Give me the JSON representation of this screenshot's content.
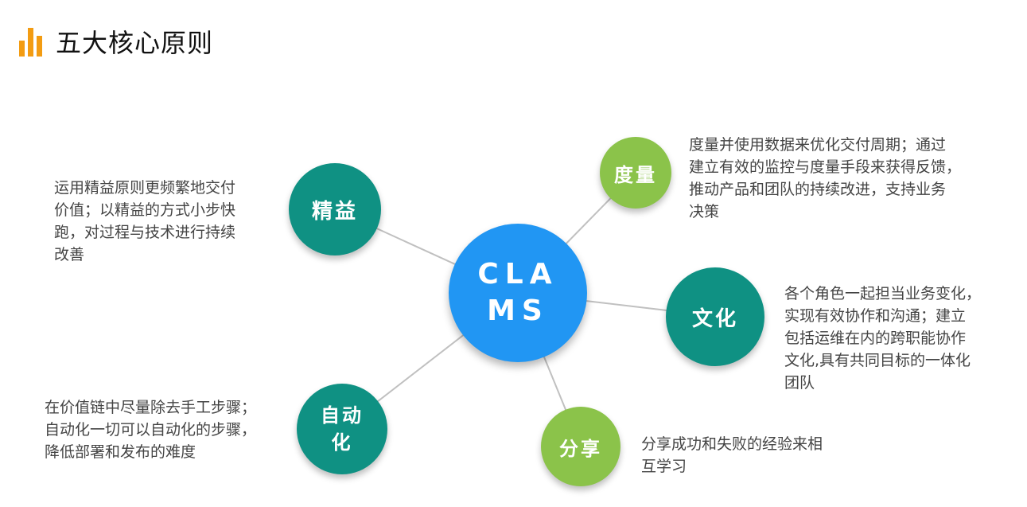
{
  "title": "五大核心原则",
  "colors": {
    "teal": "#0f9183",
    "green": "#8bc34a",
    "blue": "#2196f3",
    "icon": "#f39c12"
  },
  "center": {
    "line1": "CLA",
    "line2": "MS"
  },
  "nodes": {
    "lean": {
      "label": "精益"
    },
    "measure": {
      "label": "度量"
    },
    "culture": {
      "label": "文化"
    },
    "auto": {
      "line1": "自动",
      "line2": "化"
    },
    "share": {
      "label": "分享"
    }
  },
  "descriptions": {
    "lean": [
      "运用精益原则更频繁地交付",
      "价值；以精益的方式小步快",
      "跑，对过程与技术进行持续",
      "改善"
    ],
    "measure": [
      "度量并使用数据来优化交付周期；通过",
      "建立有效的监控与度量手段来获得反馈，",
      "推动产品和团队的持续改进，支持业务",
      "决策"
    ],
    "culture": [
      "各个角色一起担当业务变化，",
      "实现有效协作和沟通；建立",
      "包括运维在内的跨职能协作",
      "文化,具有共同目标的一体化",
      "团队"
    ],
    "auto": [
      "在价值链中尽量除去手工步骤；",
      "自动化一切可以自动化的步骤，",
      "降低部署和发布的难度"
    ],
    "share": [
      "分享成功和失败的经验来相",
      "互学习"
    ]
  }
}
